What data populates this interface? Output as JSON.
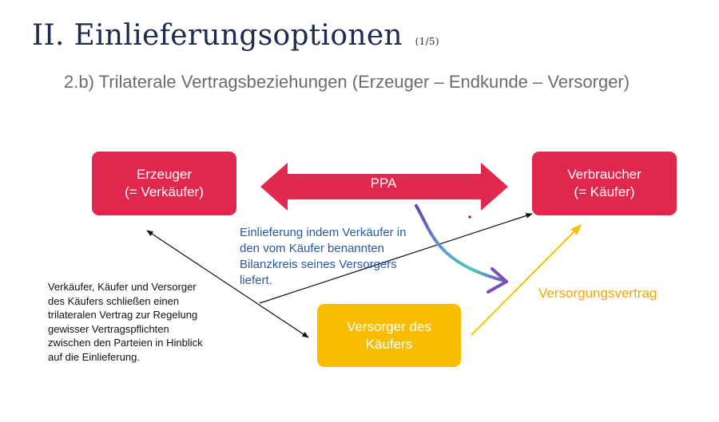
{
  "header": {
    "title": "II. Einlieferungsoptionen",
    "title_counter": "(1/5)",
    "subtitle": "2.b) Trilaterale Vertragsbeziehungen (Erzeuger – Endkunde – Versorger)"
  },
  "diagram": {
    "erzeuger": {
      "line1": "Erzeuger",
      "line2": "(= Verkäufer)"
    },
    "verbraucher": {
      "line1": "Verbraucher",
      "line2": "(= Käufer)"
    },
    "versorger": {
      "line1": "Versorger des",
      "line2": "Käufers"
    },
    "ppa_label": "PPA",
    "einlieferung_text": [
      "Einlieferung indem Verkäufer in",
      "den vom Käufer benannten",
      "Bilanzkreis seines Versorgers",
      "liefert."
    ],
    "trilateral_text": [
      "Verkäufer, Käufer und Versorger",
      "des Käufers schließen einen",
      "trilateralen Vertrag zur Regelung",
      "gewisser Vertragspflichten",
      "zwischen den Parteien in Hinblick",
      "auf die Einlieferung."
    ],
    "versorgungsvertrag_label": "Versorgungsvertrag"
  },
  "colors": {
    "red_box": "#e0284f",
    "ppa_arrow": "#e0294e",
    "yellow_box": "#f8bd00",
    "blue_text": "#2a59a6",
    "orange_text": "#f5a500",
    "title": "#1d2b4f"
  }
}
